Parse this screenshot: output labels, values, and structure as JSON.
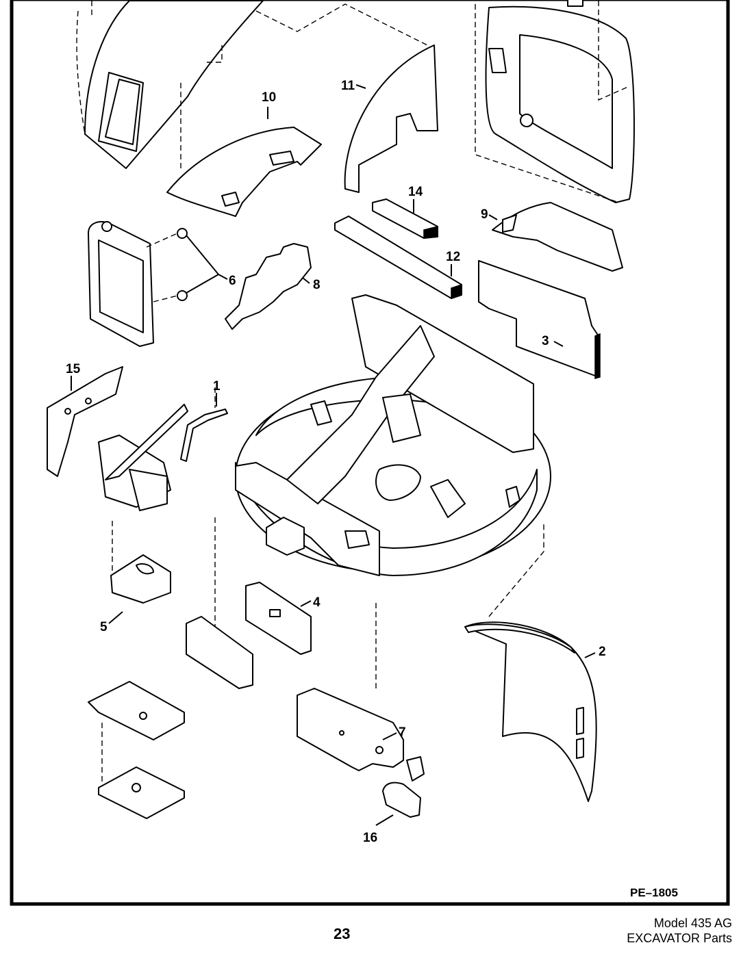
{
  "figure": {
    "code": "PE–1805",
    "part_numbers": [
      "1",
      "2",
      "3",
      "4",
      "5",
      "6",
      "7",
      "8",
      "9",
      "10",
      "11",
      "12",
      "14",
      "15",
      "16"
    ]
  },
  "footer": {
    "page_number": "23",
    "model": "Model 435 AG",
    "manual": "EXCAVATOR Parts"
  },
  "colors": {
    "ink": "#000000",
    "paper": "#ffffff"
  }
}
